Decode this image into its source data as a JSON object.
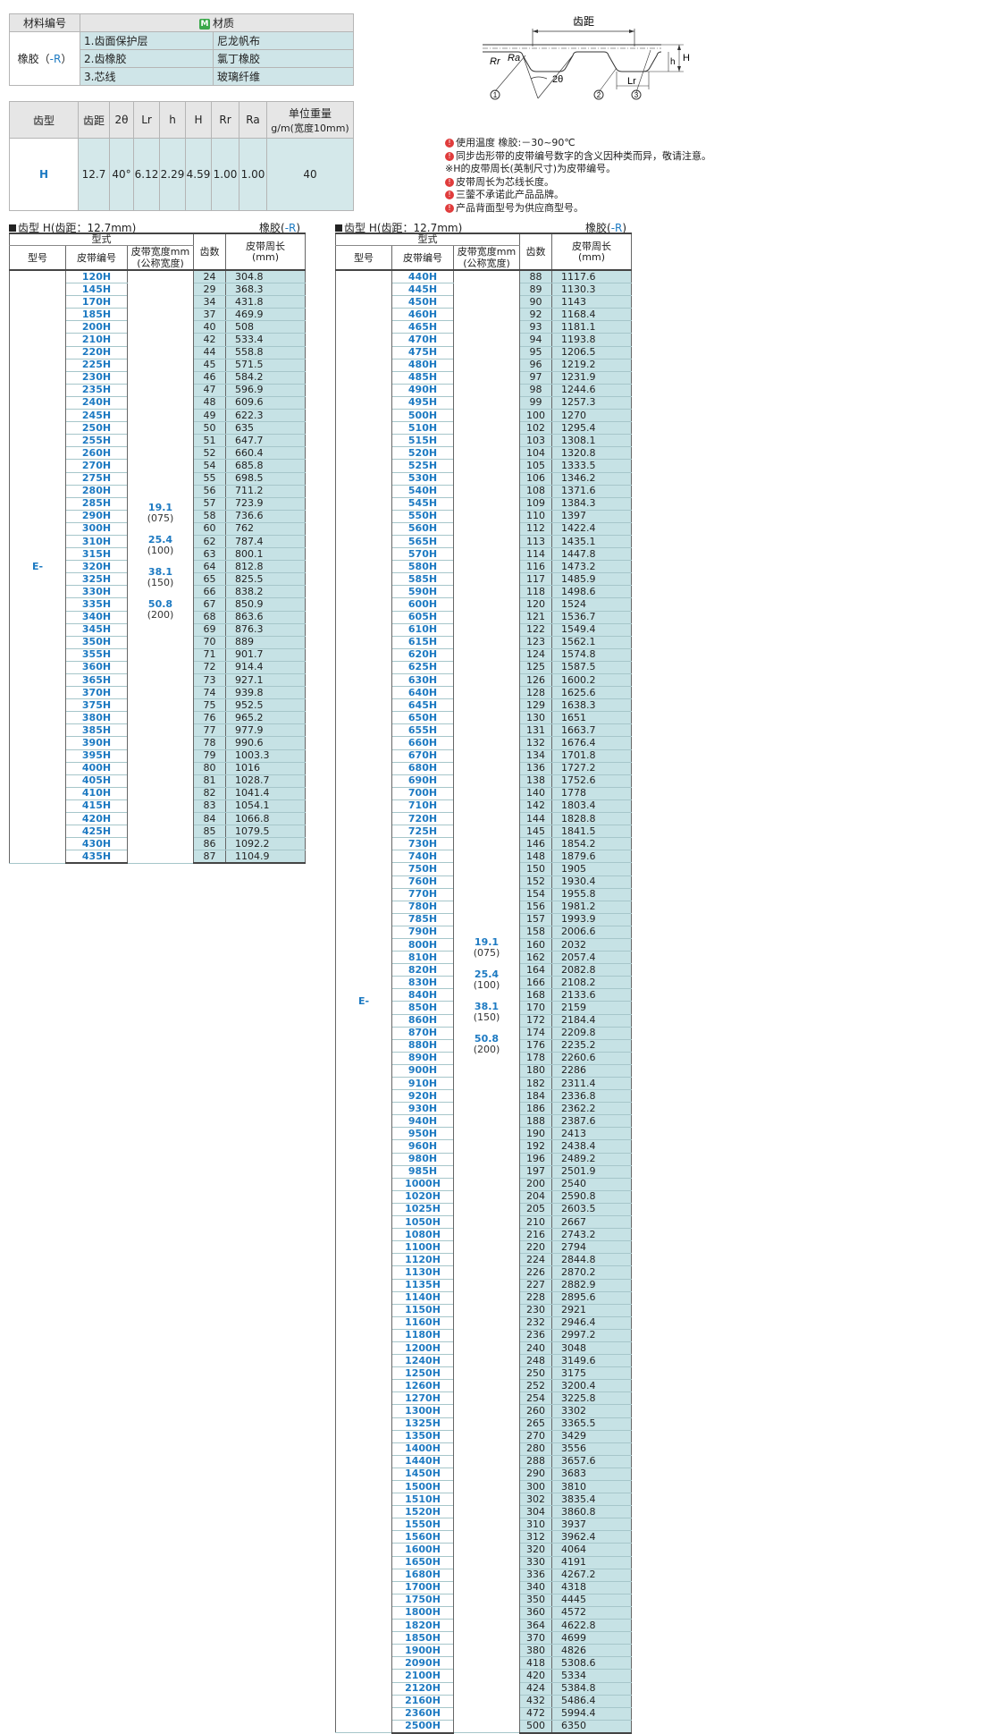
{
  "material": {
    "header_code": "材料编号",
    "header_material": "材质",
    "m_badge": "M",
    "grade_prefix": "橡胶（",
    "grade_code": "-R",
    "grade_suffix": "）",
    "rows": [
      {
        "part": "1.齿面保护层",
        "material": "尼龙帆布"
      },
      {
        "part": "2.齿橡胶",
        "material": "氯丁橡胶"
      },
      {
        "part": "3.芯线",
        "material": "玻璃纤维"
      }
    ]
  },
  "spec": {
    "headers": [
      "齿型",
      "齿距",
      "2θ",
      "Lr",
      "h",
      "H",
      "Rr",
      "Ra"
    ],
    "weight_header_1": "单位重量",
    "weight_header_2": "g/m(宽度10mm)",
    "row": [
      "H",
      "12.7",
      "40°",
      "6.12",
      "2.29",
      "4.59",
      "1.00",
      "1.00",
      "40"
    ]
  },
  "diagram": {
    "pitch_label": "齿距",
    "angle_label": "2θ",
    "rr": "Rr",
    "ra": "Ra",
    "lr": "Lr",
    "h": "h",
    "H": "H",
    "callouts": [
      "1",
      "2",
      "3"
    ]
  },
  "notes": [
    {
      "icon": "!",
      "text": "使用温度 橡胶:－30~90℃"
    },
    {
      "icon": "!",
      "text": "同步齿形带的皮带编号数字的含义因种类而异，敬请注意。"
    },
    {
      "icon": "",
      "text": "※H的皮带周长(英制尺寸)为皮带编号。"
    },
    {
      "icon": "!",
      "text": "皮带周长为芯线长度。"
    },
    {
      "icon": "!",
      "text": "三蓥不承诺此产品品牌。"
    },
    {
      "icon": "!",
      "text": "产品背面型号为供应商型号。"
    }
  ],
  "list_common": {
    "title": "齿型 H(齿距：12.7mm)",
    "right_label_prefix": "橡胶(",
    "right_label_code": "-R",
    "right_label_suffix": ")",
    "group_header": "型式",
    "col_type": "型号",
    "col_code": "皮带编号",
    "col_width_1": "皮带宽度mm",
    "col_width_2": "(公称宽度)",
    "col_teeth": "齿数",
    "col_len_1": "皮带周长",
    "col_len_2": "(mm)",
    "type_value": "E-",
    "widths": [
      {
        "value": "19.1",
        "code": "(075)"
      },
      {
        "value": "25.4",
        "code": "(100)"
      },
      {
        "value": "38.1",
        "code": "(150)"
      },
      {
        "value": "50.8",
        "code": "(200)"
      }
    ]
  },
  "list_left": [
    [
      "120H",
      "24",
      "304.8"
    ],
    [
      "145H",
      "29",
      "368.3"
    ],
    [
      "170H",
      "34",
      "431.8"
    ],
    [
      "185H",
      "37",
      "469.9"
    ],
    [
      "200H",
      "40",
      "508"
    ],
    [
      "210H",
      "42",
      "533.4"
    ],
    [
      "220H",
      "44",
      "558.8"
    ],
    [
      "225H",
      "45",
      "571.5"
    ],
    [
      "230H",
      "46",
      "584.2"
    ],
    [
      "235H",
      "47",
      "596.9"
    ],
    [
      "240H",
      "48",
      "609.6"
    ],
    [
      "245H",
      "49",
      "622.3"
    ],
    [
      "250H",
      "50",
      "635"
    ],
    [
      "255H",
      "51",
      "647.7"
    ],
    [
      "260H",
      "52",
      "660.4"
    ],
    [
      "270H",
      "54",
      "685.8"
    ],
    [
      "275H",
      "55",
      "698.5"
    ],
    [
      "280H",
      "56",
      "711.2"
    ],
    [
      "285H",
      "57",
      "723.9"
    ],
    [
      "290H",
      "58",
      "736.6"
    ],
    [
      "300H",
      "60",
      "762"
    ],
    [
      "310H",
      "62",
      "787.4"
    ],
    [
      "315H",
      "63",
      "800.1"
    ],
    [
      "320H",
      "64",
      "812.8"
    ],
    [
      "325H",
      "65",
      "825.5"
    ],
    [
      "330H",
      "66",
      "838.2"
    ],
    [
      "335H",
      "67",
      "850.9"
    ],
    [
      "340H",
      "68",
      "863.6"
    ],
    [
      "345H",
      "69",
      "876.3"
    ],
    [
      "350H",
      "70",
      "889"
    ],
    [
      "355H",
      "71",
      "901.7"
    ],
    [
      "360H",
      "72",
      "914.4"
    ],
    [
      "365H",
      "73",
      "927.1"
    ],
    [
      "370H",
      "74",
      "939.8"
    ],
    [
      "375H",
      "75",
      "952.5"
    ],
    [
      "380H",
      "76",
      "965.2"
    ],
    [
      "385H",
      "77",
      "977.9"
    ],
    [
      "390H",
      "78",
      "990.6"
    ],
    [
      "395H",
      "79",
      "1003.3"
    ],
    [
      "400H",
      "80",
      "1016"
    ],
    [
      "405H",
      "81",
      "1028.7"
    ],
    [
      "410H",
      "82",
      "1041.4"
    ],
    [
      "415H",
      "83",
      "1054.1"
    ],
    [
      "420H",
      "84",
      "1066.8"
    ],
    [
      "425H",
      "85",
      "1079.5"
    ],
    [
      "430H",
      "86",
      "1092.2"
    ],
    [
      "435H",
      "87",
      "1104.9"
    ]
  ],
  "list_right": [
    [
      "440H",
      "88",
      "1117.6"
    ],
    [
      "445H",
      "89",
      "1130.3"
    ],
    [
      "450H",
      "90",
      "1143"
    ],
    [
      "460H",
      "92",
      "1168.4"
    ],
    [
      "465H",
      "93",
      "1181.1"
    ],
    [
      "470H",
      "94",
      "1193.8"
    ],
    [
      "475H",
      "95",
      "1206.5"
    ],
    [
      "480H",
      "96",
      "1219.2"
    ],
    [
      "485H",
      "97",
      "1231.9"
    ],
    [
      "490H",
      "98",
      "1244.6"
    ],
    [
      "495H",
      "99",
      "1257.3"
    ],
    [
      "500H",
      "100",
      "1270"
    ],
    [
      "510H",
      "102",
      "1295.4"
    ],
    [
      "515H",
      "103",
      "1308.1"
    ],
    [
      "520H",
      "104",
      "1320.8"
    ],
    [
      "525H",
      "105",
      "1333.5"
    ],
    [
      "530H",
      "106",
      "1346.2"
    ],
    [
      "540H",
      "108",
      "1371.6"
    ],
    [
      "545H",
      "109",
      "1384.3"
    ],
    [
      "550H",
      "110",
      "1397"
    ],
    [
      "560H",
      "112",
      "1422.4"
    ],
    [
      "565H",
      "113",
      "1435.1"
    ],
    [
      "570H",
      "114",
      "1447.8"
    ],
    [
      "580H",
      "116",
      "1473.2"
    ],
    [
      "585H",
      "117",
      "1485.9"
    ],
    [
      "590H",
      "118",
      "1498.6"
    ],
    [
      "600H",
      "120",
      "1524"
    ],
    [
      "605H",
      "121",
      "1536.7"
    ],
    [
      "610H",
      "122",
      "1549.4"
    ],
    [
      "615H",
      "123",
      "1562.1"
    ],
    [
      "620H",
      "124",
      "1574.8"
    ],
    [
      "625H",
      "125",
      "1587.5"
    ],
    [
      "630H",
      "126",
      "1600.2"
    ],
    [
      "640H",
      "128",
      "1625.6"
    ],
    [
      "645H",
      "129",
      "1638.3"
    ],
    [
      "650H",
      "130",
      "1651"
    ],
    [
      "655H",
      "131",
      "1663.7"
    ],
    [
      "660H",
      "132",
      "1676.4"
    ],
    [
      "670H",
      "134",
      "1701.8"
    ],
    [
      "680H",
      "136",
      "1727.2"
    ],
    [
      "690H",
      "138",
      "1752.6"
    ],
    [
      "700H",
      "140",
      "1778"
    ],
    [
      "710H",
      "142",
      "1803.4"
    ],
    [
      "720H",
      "144",
      "1828.8"
    ],
    [
      "725H",
      "145",
      "1841.5"
    ],
    [
      "730H",
      "146",
      "1854.2"
    ],
    [
      "740H",
      "148",
      "1879.6"
    ],
    [
      "750H",
      "150",
      "1905"
    ],
    [
      "760H",
      "152",
      "1930.4"
    ],
    [
      "770H",
      "154",
      "1955.8"
    ],
    [
      "780H",
      "156",
      "1981.2"
    ],
    [
      "785H",
      "157",
      "1993.9"
    ],
    [
      "790H",
      "158",
      "2006.6"
    ],
    [
      "800H",
      "160",
      "2032"
    ],
    [
      "810H",
      "162",
      "2057.4"
    ],
    [
      "820H",
      "164",
      "2082.8"
    ],
    [
      "830H",
      "166",
      "2108.2"
    ],
    [
      "840H",
      "168",
      "2133.6"
    ],
    [
      "850H",
      "170",
      "2159"
    ],
    [
      "860H",
      "172",
      "2184.4"
    ],
    [
      "870H",
      "174",
      "2209.8"
    ],
    [
      "880H",
      "176",
      "2235.2"
    ],
    [
      "890H",
      "178",
      "2260.6"
    ],
    [
      "900H",
      "180",
      "2286"
    ],
    [
      "910H",
      "182",
      "2311.4"
    ],
    [
      "920H",
      "184",
      "2336.8"
    ],
    [
      "930H",
      "186",
      "2362.2"
    ],
    [
      "940H",
      "188",
      "2387.6"
    ],
    [
      "950H",
      "190",
      "2413"
    ],
    [
      "960H",
      "192",
      "2438.4"
    ],
    [
      "980H",
      "196",
      "2489.2"
    ],
    [
      "985H",
      "197",
      "2501.9"
    ],
    [
      "1000H",
      "200",
      "2540"
    ],
    [
      "1020H",
      "204",
      "2590.8"
    ],
    [
      "1025H",
      "205",
      "2603.5"
    ],
    [
      "1050H",
      "210",
      "2667"
    ],
    [
      "1080H",
      "216",
      "2743.2"
    ],
    [
      "1100H",
      "220",
      "2794"
    ],
    [
      "1120H",
      "224",
      "2844.8"
    ],
    [
      "1130H",
      "226",
      "2870.2"
    ],
    [
      "1135H",
      "227",
      "2882.9"
    ],
    [
      "1140H",
      "228",
      "2895.6"
    ],
    [
      "1150H",
      "230",
      "2921"
    ],
    [
      "1160H",
      "232",
      "2946.4"
    ],
    [
      "1180H",
      "236",
      "2997.2"
    ],
    [
      "1200H",
      "240",
      "3048"
    ],
    [
      "1240H",
      "248",
      "3149.6"
    ],
    [
      "1250H",
      "250",
      "3175"
    ],
    [
      "1260H",
      "252",
      "3200.4"
    ],
    [
      "1270H",
      "254",
      "3225.8"
    ],
    [
      "1300H",
      "260",
      "3302"
    ],
    [
      "1325H",
      "265",
      "3365.5"
    ],
    [
      "1350H",
      "270",
      "3429"
    ],
    [
      "1400H",
      "280",
      "3556"
    ],
    [
      "1440H",
      "288",
      "3657.6"
    ],
    [
      "1450H",
      "290",
      "3683"
    ],
    [
      "1500H",
      "300",
      "3810"
    ],
    [
      "1510H",
      "302",
      "3835.4"
    ],
    [
      "1520H",
      "304",
      "3860.8"
    ],
    [
      "1550H",
      "310",
      "3937"
    ],
    [
      "1560H",
      "312",
      "3962.4"
    ],
    [
      "1600H",
      "320",
      "4064"
    ],
    [
      "1650H",
      "330",
      "4191"
    ],
    [
      "1680H",
      "336",
      "4267.2"
    ],
    [
      "1700H",
      "340",
      "4318"
    ],
    [
      "1750H",
      "350",
      "4445"
    ],
    [
      "1800H",
      "360",
      "4572"
    ],
    [
      "1820H",
      "364",
      "4622.8"
    ],
    [
      "1850H",
      "370",
      "4699"
    ],
    [
      "1900H",
      "380",
      "4826"
    ],
    [
      "2090H",
      "418",
      "5308.6"
    ],
    [
      "2100H",
      "420",
      "5334"
    ],
    [
      "2120H",
      "424",
      "5384.8"
    ],
    [
      "2160H",
      "432",
      "5486.4"
    ],
    [
      "2360H",
      "472",
      "5994.4"
    ],
    [
      "2500H",
      "500",
      "6350"
    ]
  ]
}
